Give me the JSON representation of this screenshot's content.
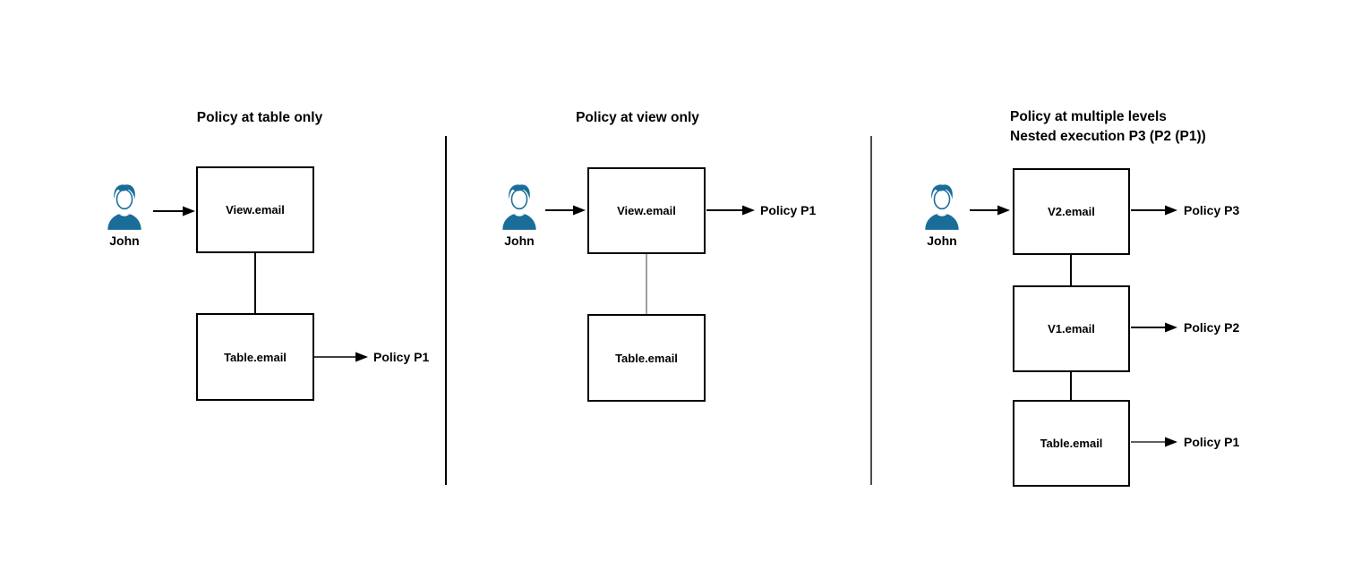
{
  "diagram_type": "flow-diagram",
  "background": "#ffffff",
  "colors": {
    "actor_icon": "#1a6d99",
    "line": "#000000",
    "gray_connector": "#808080",
    "divider": "#000000",
    "divider_right": "#4d4d4d",
    "text": "#000000"
  },
  "panels": [
    {
      "title": "Policy at table only",
      "actor": "John",
      "nodes": [
        {
          "label": "View.email"
        },
        {
          "label": "Table.email"
        }
      ],
      "policies": [
        {
          "label": "Policy P1",
          "attached_to": "Table.email"
        }
      ]
    },
    {
      "title": "Policy at view only",
      "actor": "John",
      "nodes": [
        {
          "label": "View.email"
        },
        {
          "label": "Table.email"
        }
      ],
      "policies": [
        {
          "label": "Policy P1",
          "attached_to": "View.email"
        }
      ]
    },
    {
      "title": "Policy at multiple levels",
      "title_line2": "Nested execution P3 (P2 (P1))",
      "actor": "John",
      "nodes": [
        {
          "label": "V2.email"
        },
        {
          "label": "V1.email"
        },
        {
          "label": "Table.email"
        }
      ],
      "policies": [
        {
          "label": "Policy P3",
          "attached_to": "V2.email"
        },
        {
          "label": "Policy P2",
          "attached_to": "V1.email"
        },
        {
          "label": "Policy P1",
          "attached_to": "Table.email"
        }
      ]
    }
  ]
}
